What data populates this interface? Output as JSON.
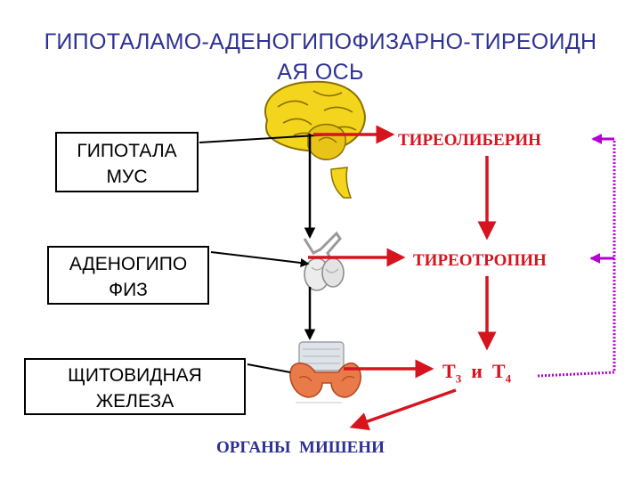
{
  "title": {
    "line1": "ГИПОТАЛАМО-АДЕНОГИПОФИЗАРНО-ТИРЕОИДН",
    "line2": "АЯ ОСЬ"
  },
  "boxes": {
    "hypothalamus": {
      "line1": "ГИПОТАЛА",
      "line2": "МУС"
    },
    "pituitary": {
      "line1": "АДЕНОГИПО",
      "line2": "ФИЗ"
    },
    "thyroid": {
      "line1": "ЩИТОВИДНАЯ",
      "line2": "ЖЕЛЕЗА"
    }
  },
  "hormones": {
    "trh": "ТИРЕОЛИБЕРИН",
    "tsh": "ТИРЕОТРОПИН",
    "t3_letter": "Т",
    "t3_sub": "3",
    "conjunction": "и",
    "t4_letter": "Т",
    "t4_sub": "4"
  },
  "targets": "ОРГАНЫ  МИШЕНИ",
  "colors": {
    "title": "#2e3192",
    "hormone_text": "#d6141e",
    "arrow_red": "#d6141e",
    "feedback": "#b400d2",
    "targets_text": "#2e3192"
  },
  "icons": [
    "brain-icon",
    "pituitary-gland-icon",
    "thyroid-gland-icon"
  ]
}
